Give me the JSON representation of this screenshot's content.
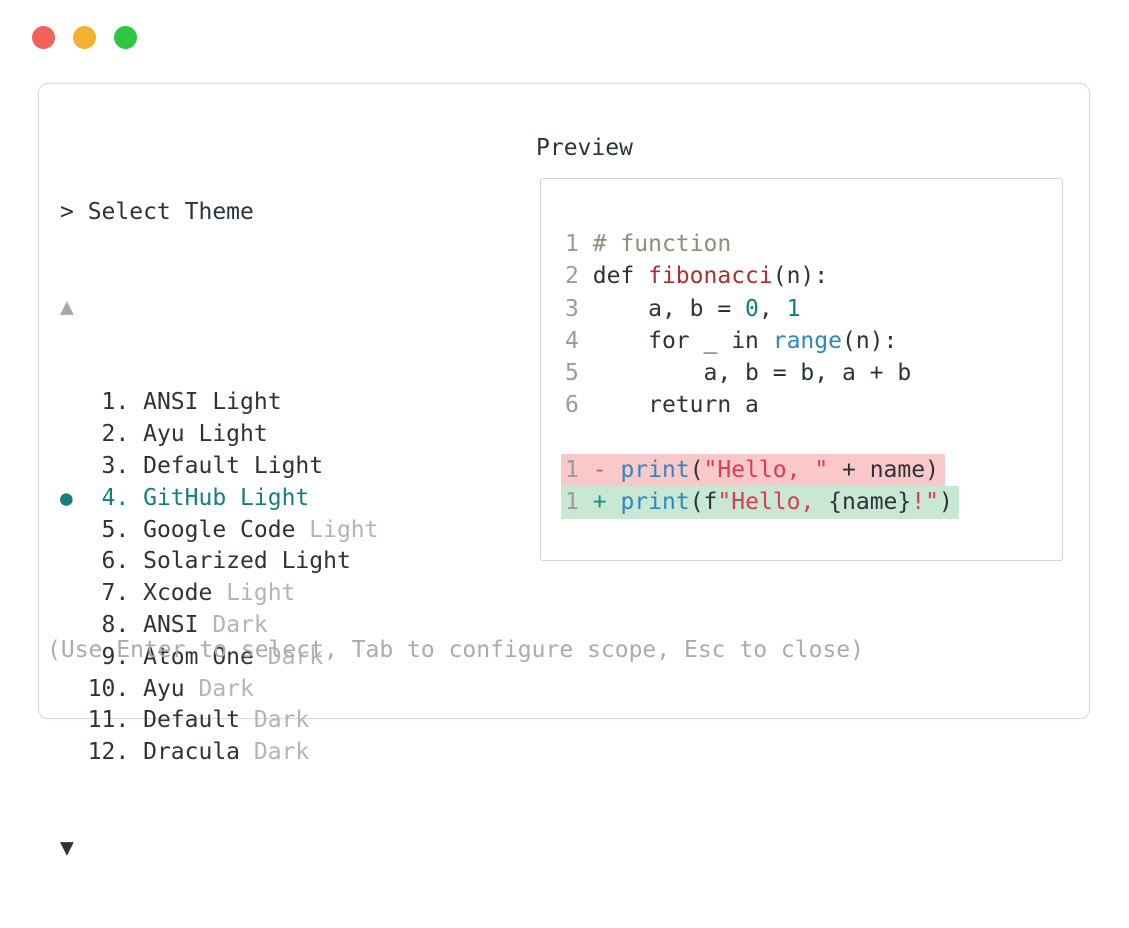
{
  "window": {
    "controls": [
      {
        "id": "close",
        "color": "#f4605b"
      },
      {
        "id": "minimize",
        "color": "#f2b12f"
      },
      {
        "id": "maximize",
        "color": "#2bc840"
      }
    ]
  },
  "dialog": {
    "prompt": "> Select Theme",
    "scroll_up": "▲",
    "scroll_down": "▼",
    "footer_hint": "(Use Enter to select, Tab to configure scope, Esc to close)",
    "selected_marker": "●",
    "items": [
      {
        "number": "1.",
        "name": "ANSI Light",
        "variant": "",
        "selected": false
      },
      {
        "number": "2.",
        "name": "Ayu Light",
        "variant": "",
        "selected": false
      },
      {
        "number": "3.",
        "name": "Default Light",
        "variant": "",
        "selected": false
      },
      {
        "number": "4.",
        "name": "GitHub Light",
        "variant": "",
        "selected": true
      },
      {
        "number": "5.",
        "name": "Google Code",
        "variant": "Light",
        "selected": false
      },
      {
        "number": "6.",
        "name": "Solarized Light",
        "variant": "",
        "selected": false
      },
      {
        "number": "7.",
        "name": "Xcode",
        "variant": "Light",
        "selected": false
      },
      {
        "number": "8.",
        "name": "ANSI",
        "variant": "Dark",
        "selected": false
      },
      {
        "number": "9.",
        "name": "Atom One",
        "variant": "Dark",
        "selected": false
      },
      {
        "number": "10.",
        "name": "Ayu",
        "variant": "Dark",
        "selected": false
      },
      {
        "number": "11.",
        "name": "Default",
        "variant": "Dark",
        "selected": false
      },
      {
        "number": "12.",
        "name": "Dracula",
        "variant": "Dark",
        "selected": false
      }
    ],
    "preview": {
      "title": "Preview",
      "code_lines": [
        {
          "lineno": "1",
          "segments": [
            [
              "# function",
              "comment"
            ]
          ]
        },
        {
          "lineno": "2",
          "segments": [
            [
              "def ",
              "fg"
            ],
            [
              "fibonacci",
              "func"
            ],
            [
              "(n):",
              "fg"
            ]
          ]
        },
        {
          "lineno": "3",
          "segments": [
            [
              "    a, b = ",
              "fg"
            ],
            [
              "0",
              "numlit"
            ],
            [
              ", ",
              "fg"
            ],
            [
              "1",
              "numlit"
            ]
          ]
        },
        {
          "lineno": "4",
          "segments": [
            [
              "    for _ in ",
              "fg"
            ],
            [
              "range",
              "call"
            ],
            [
              "(n):",
              "fg"
            ]
          ]
        },
        {
          "lineno": "5",
          "segments": [
            [
              "        a, b = b, a + b",
              "fg"
            ]
          ]
        },
        {
          "lineno": "6",
          "segments": [
            [
              "    return a",
              "fg"
            ]
          ]
        }
      ],
      "diff_lines": [
        {
          "lineno": "1",
          "kind": "removed",
          "segments": [
            [
              "-",
              "minus"
            ],
            [
              " ",
              "fg"
            ],
            [
              "print",
              "call"
            ],
            [
              "(",
              "fg"
            ],
            [
              "\"Hello, \"",
              "str"
            ],
            [
              " + name)",
              "fg"
            ]
          ]
        },
        {
          "lineno": "1",
          "kind": "added",
          "segments": [
            [
              "+",
              "plus"
            ],
            [
              " ",
              "fg"
            ],
            [
              "print",
              "call"
            ],
            [
              "(f",
              "fg"
            ],
            [
              "\"Hello, ",
              "str"
            ],
            [
              "{name}",
              "fg"
            ],
            [
              "!\"",
              "str"
            ],
            [
              ")",
              "fg"
            ]
          ]
        }
      ]
    }
  },
  "colors": {
    "accent_teal": "#157f7c",
    "text_primary": "#2d3339",
    "text_muted": "#b4b4b4",
    "footer_text": "#a9acae",
    "line_number": "#9b9b9b",
    "comment": "#8b9176",
    "function_name": "#a93030",
    "number_literal": "#0c7f8a",
    "call_name": "#2f87c3",
    "string_literal": "#e03a55",
    "diff_minus": "#c75c5c",
    "diff_plus": "#13967b",
    "diff_removed_bg": "#f9c8c8",
    "diff_added_bg": "#c9e8d3",
    "panel_border": "#d9d9d9",
    "traffic_red": "#f4605b",
    "traffic_yellow": "#f2b12f",
    "traffic_green": "#2bc840"
  }
}
